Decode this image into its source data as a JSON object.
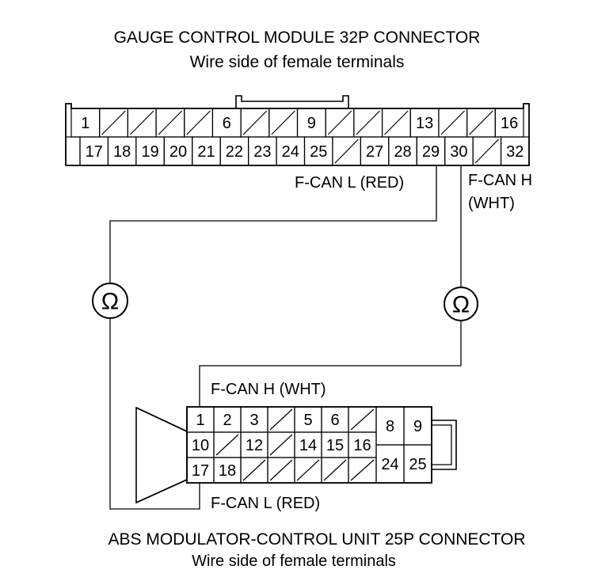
{
  "top_connector": {
    "title": "GAUGE CONTROL MODULE 32P CONNECTOR",
    "subtitle": "Wire side of female terminals",
    "row1": [
      "1",
      "",
      "",
      "",
      "",
      "6",
      "",
      "",
      "9",
      "",
      "",
      "",
      "13",
      "",
      "",
      "16"
    ],
    "row2": [
      "",
      "17",
      "18",
      "19",
      "20",
      "21",
      "22",
      "23",
      "24",
      "25",
      "",
      "27",
      "28",
      "29",
      "30",
      "",
      "32"
    ],
    "label_can_l": "F-CAN L (RED)",
    "label_can_h_line1": "F-CAN H",
    "label_can_h_line2": "(WHT)"
  },
  "bottom_connector": {
    "title": "ABS MODULATOR-CONTROL UNIT 25P CONNECTOR",
    "subtitle": "Wire side of female terminals",
    "row1": [
      "1",
      "2",
      "3",
      "",
      "5",
      "6",
      ""
    ],
    "row2": [
      "10",
      "",
      "12",
      "",
      "14",
      "15",
      "16"
    ],
    "row3": [
      "17",
      "18",
      "",
      "",
      "",
      "",
      ""
    ],
    "right_top": [
      "8",
      "9"
    ],
    "right_bottom": [
      "24",
      "25"
    ],
    "label_can_h": "F-CAN H (WHT)",
    "label_can_l": "F-CAN L (RED)"
  },
  "meters": {
    "symbol": "Ω",
    "icon": "ohmmeter-icon"
  }
}
